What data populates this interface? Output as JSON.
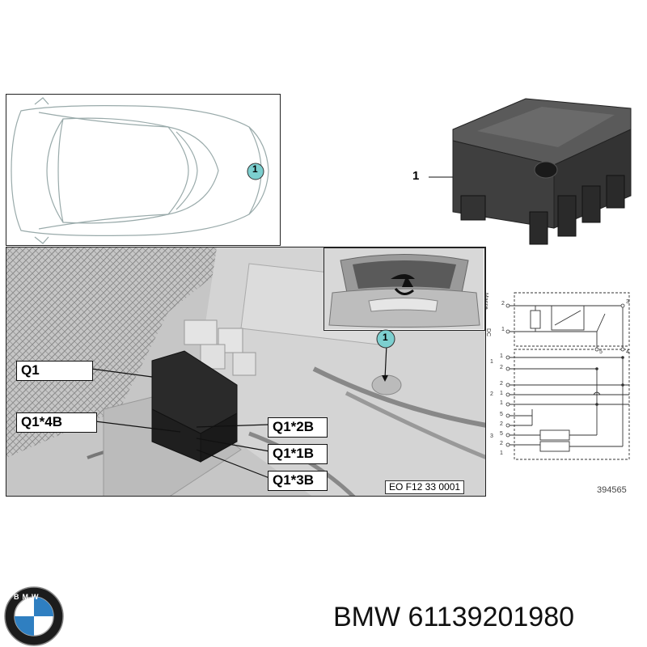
{
  "diagram": {
    "marker_number": "1",
    "part_number_label": "1",
    "callouts": {
      "q1": "Q1",
      "q1_4b": "Q1*4B",
      "q1_2b": "Q1*2B",
      "q1_1b": "Q1*1B",
      "q1_3b": "Q1*3B"
    },
    "photo_reference": "EO F12 33 0001",
    "drawing_number": "394565",
    "schematic_labels": {
      "masse": "Masse",
      "dc": "DC",
      "pin_2a": "2",
      "pin_1a": "1",
      "pin_3a": "3",
      "pin_5a": "5",
      "pin_4a": "4",
      "group_1": "1",
      "group_2": "2",
      "group_3": "3",
      "row_1": "1",
      "row_2": "2",
      "row_3": "2",
      "row_4": "1",
      "row_5": "1",
      "row_6": "5",
      "row_7": "2",
      "row_8": "5",
      "row_9": "2",
      "row_10": "1"
    }
  },
  "brand": {
    "logo_letters": "BMW",
    "name": "BMW",
    "part_number": "61139201980"
  },
  "colors": {
    "marker_fill": "#7ccfcf",
    "logo_blue": "#2f7fc1",
    "component_dark": "#2a2a2a"
  }
}
